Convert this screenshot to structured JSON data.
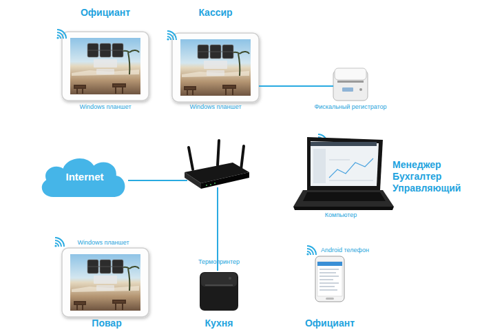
{
  "diagram": {
    "nodes": [
      {
        "text": [
          "Официант",
          "Windows планшет"
        ]
      },
      {
        "text": [
          "Кассир",
          "Windows планшет"
        ]
      },
      {
        "text": [
          "Фискальный регистратор"
        ]
      },
      {
        "text": [
          "Internet"
        ]
      },
      {
        "text": [
          "Менеджер Бухгалтер Управляющий",
          "Компьютер"
        ]
      },
      {
        "text": [
          "Windows планшет",
          "Повар"
        ]
      },
      {
        "text": [
          "Термопринтер",
          "Кухня"
        ]
      },
      {
        "text": [
          "Android телефон",
          "Официант"
        ]
      }
    ],
    "edges": [
      {
        "from": 1,
        "to": 2,
        "arrow": "none"
      }
    ]
  }
}
